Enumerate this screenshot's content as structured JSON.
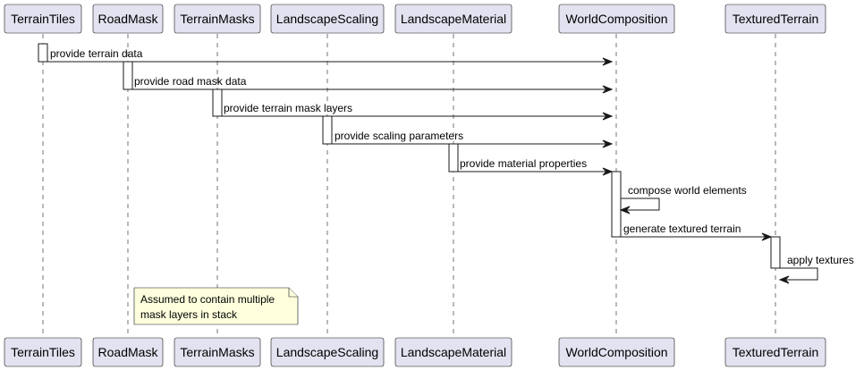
{
  "participants": [
    {
      "id": "TerrainTiles",
      "label": "TerrainTiles"
    },
    {
      "id": "RoadMask",
      "label": "RoadMask"
    },
    {
      "id": "TerrainMasks",
      "label": "TerrainMasks"
    },
    {
      "id": "LandscapeScaling",
      "label": "LandscapeScaling"
    },
    {
      "id": "LandscapeMaterial",
      "label": "LandscapeMaterial"
    },
    {
      "id": "WorldComposition",
      "label": "WorldComposition"
    },
    {
      "id": "TexturedTerrain",
      "label": "TexturedTerrain"
    }
  ],
  "messages": [
    {
      "from": "TerrainTiles",
      "to": "WorldComposition",
      "label": "provide terrain data"
    },
    {
      "from": "RoadMask",
      "to": "WorldComposition",
      "label": "provide road mask data"
    },
    {
      "from": "TerrainMasks",
      "to": "WorldComposition",
      "label": "provide terrain mask layers"
    },
    {
      "from": "LandscapeScaling",
      "to": "WorldComposition",
      "label": "provide scaling parameters"
    },
    {
      "from": "LandscapeMaterial",
      "to": "WorldComposition",
      "label": "provide material properties"
    },
    {
      "from": "WorldComposition",
      "to": "WorldComposition",
      "label": "compose world elements"
    },
    {
      "from": "WorldComposition",
      "to": "TexturedTerrain",
      "label": "generate textured terrain"
    },
    {
      "from": "TexturedTerrain",
      "to": "TexturedTerrain",
      "label": "apply textures"
    }
  ],
  "note": {
    "attached_to": "RoadMask",
    "lines": [
      "Assumed to contain multiple",
      "mask layers in stack"
    ]
  }
}
